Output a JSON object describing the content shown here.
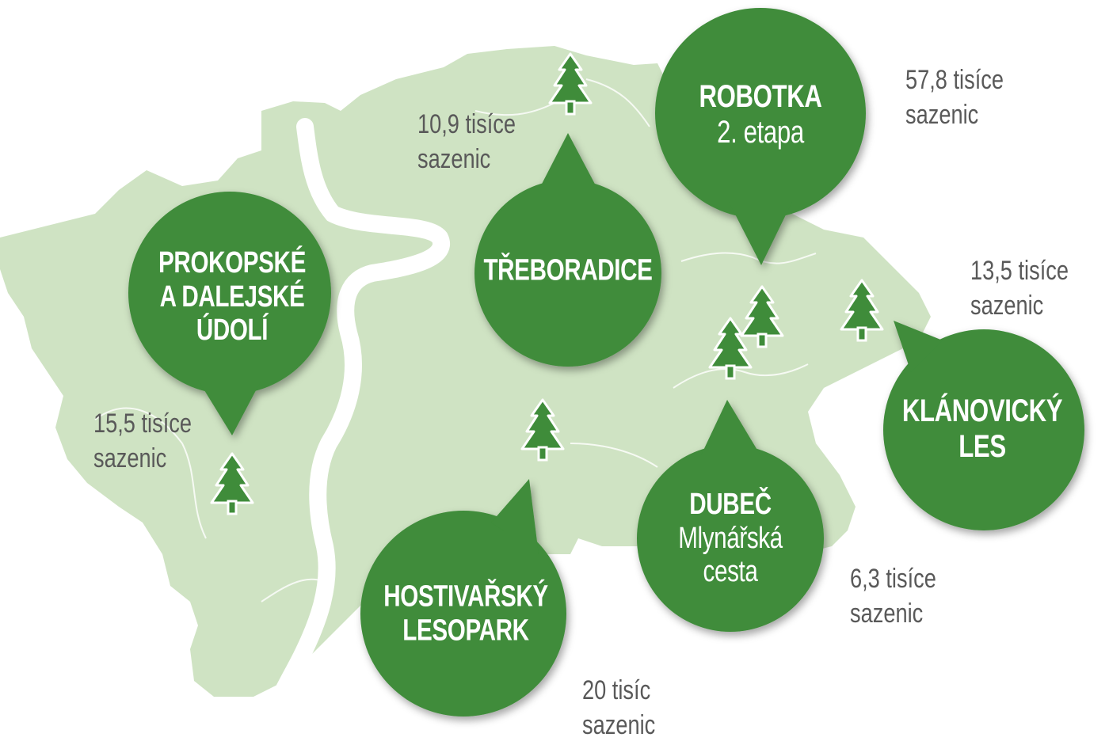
{
  "colors": {
    "land": "#cfe3c3",
    "bubble": "#3f8c3a",
    "tree": "#3f8c3a",
    "river": "#ffffff",
    "text_counts": "#595959"
  },
  "locations": [
    {
      "id": "prokopske",
      "name_lines": [
        "PROKOPSKÉ",
        "A DALEJSKÉ",
        "ÚDOLÍ"
      ],
      "count_lines": [
        "15,5 tisíce",
        "sazenic"
      ],
      "icon": "tree-icon"
    },
    {
      "id": "treboradice",
      "name_lines": [
        "TŘEBORADICE"
      ],
      "count_lines": [
        "10,9 tisíce",
        "sazenic"
      ],
      "icon": "tree-icon"
    },
    {
      "id": "robotka",
      "name_lines": [
        "ROBOTKA",
        "2. etapa"
      ],
      "count_lines": [
        "57,8 tisíce",
        "sazenic"
      ],
      "icon": "tree-icon"
    },
    {
      "id": "klanovicky",
      "name_lines": [
        "KLÁNOVICKÝ",
        "LES"
      ],
      "count_lines": [
        "13,5 tisíce",
        "sazenic"
      ],
      "icon": "tree-icon"
    },
    {
      "id": "dubec",
      "name_lines": [
        "DUBEČ",
        "Mlynářská",
        "cesta"
      ],
      "count_lines": [
        "6,3 tisíce",
        "sazenic"
      ],
      "icon": "tree-icon"
    },
    {
      "id": "hostivarsky",
      "name_lines": [
        "HOSTIVAŘSKÝ",
        "LESOPARK"
      ],
      "count_lines": [
        "20 tisíc",
        "sazenic"
      ],
      "icon": "tree-icon"
    }
  ]
}
